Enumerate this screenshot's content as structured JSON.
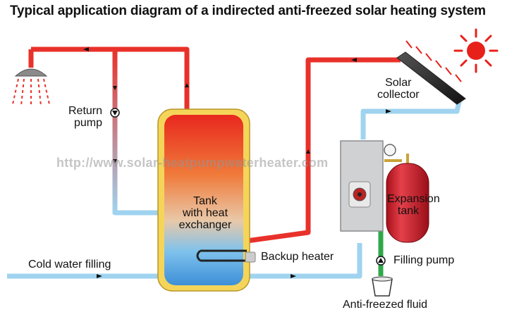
{
  "title": "Typical application diagram of a indirected anti-freezed solar heating system",
  "watermark": "http://www.solar-heatpumpwaterheater.com",
  "labels": {
    "return_pump": [
      "Return",
      "pump"
    ],
    "solar_collector": [
      "Solar",
      "collector"
    ],
    "tank": [
      "Tank",
      "with heat",
      "exchanger"
    ],
    "expansion_tank": [
      "Expansion",
      "tank"
    ],
    "backup_heater": "Backup heater",
    "cold_water_filling": "Cold water filling",
    "filling_pump": "Filling pump",
    "anti_freezed_fluid": "Anti-freezed fluid"
  },
  "colors": {
    "hot_pipe": "#e8312a",
    "cold_pipe": "#9fd3ef",
    "fluid_pipe": "#2fa84a",
    "sun": "#e8201a",
    "tank_shell": "#f4d55a"
  }
}
